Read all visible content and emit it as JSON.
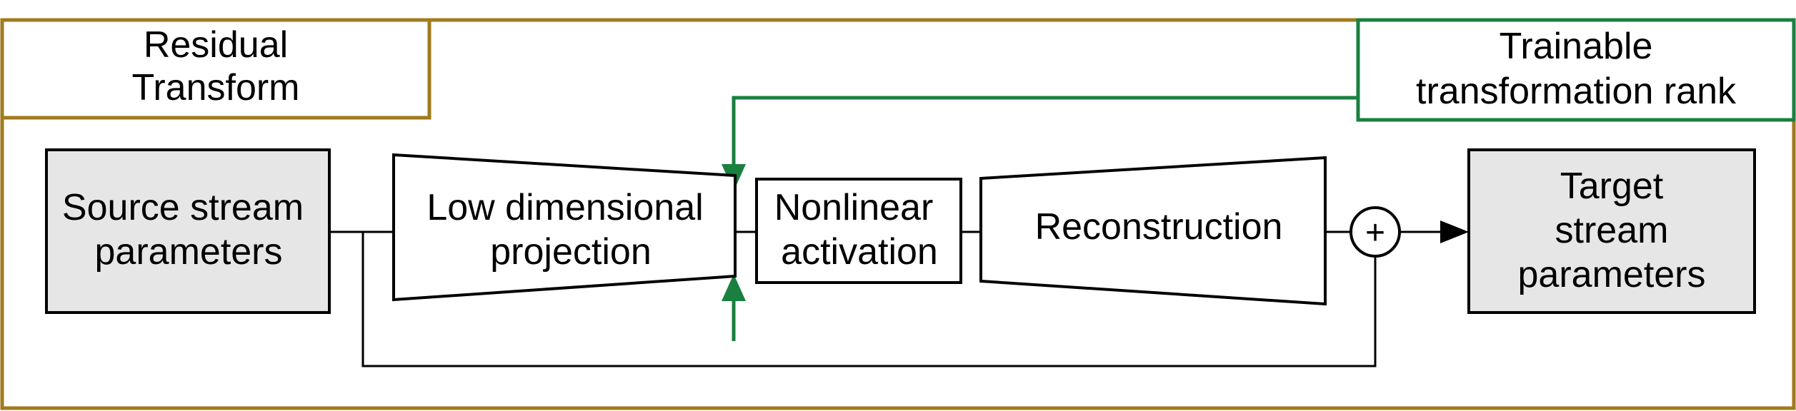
{
  "diagram": {
    "residual_transform": {
      "line1": "Residual",
      "line2": "Transform"
    },
    "trainable_rank": {
      "line1": "Trainable",
      "line2": "transformation rank"
    },
    "source_block": {
      "line1": "Source stream",
      "line2": "parameters"
    },
    "projection_block": {
      "line1": "Low dimensional",
      "line2": "projection"
    },
    "activation_block": {
      "line1": "Nonlinear",
      "line2": "activation"
    },
    "reconstruction_block": {
      "label": "Reconstruction"
    },
    "sum_node": {
      "symbol": "+"
    },
    "target_block": {
      "line1": "Target",
      "line2": "stream",
      "line3": "parameters"
    }
  },
  "colors": {
    "outer_frame": "#a07a1e",
    "trainable": "#1a8040",
    "input_output_fill": "#e6e6e6",
    "stroke": "#000000"
  }
}
